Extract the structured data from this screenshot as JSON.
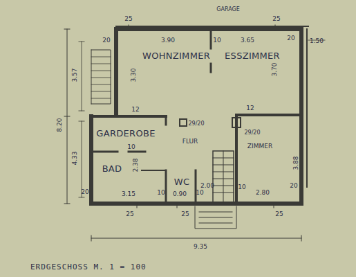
{
  "diagram": {
    "title": "ERDGESCHOSS  M. 1 = 100",
    "labels": [
      "GARAGE",
      "25",
      "25",
      "20",
      "10",
      "20",
      "1.50",
      "3.90",
      "3.65",
      "WOHNZIMMER",
      "ESSZIMMER",
      "3.57",
      "3.30",
      "3.70",
      "8.20",
      "12",
      "12",
      "29/20",
      "29/20",
      "GARDEROBE",
      "10",
      "FLUR",
      "ZIMMER",
      "4.33",
      "2.38",
      "3.88",
      "BAD",
      "WC",
      "20",
      "3.15",
      "10",
      "0.90",
      "10",
      "2.00",
      "10",
      "2.80",
      "20",
      "25",
      "25",
      "25",
      "9.35"
    ]
  }
}
